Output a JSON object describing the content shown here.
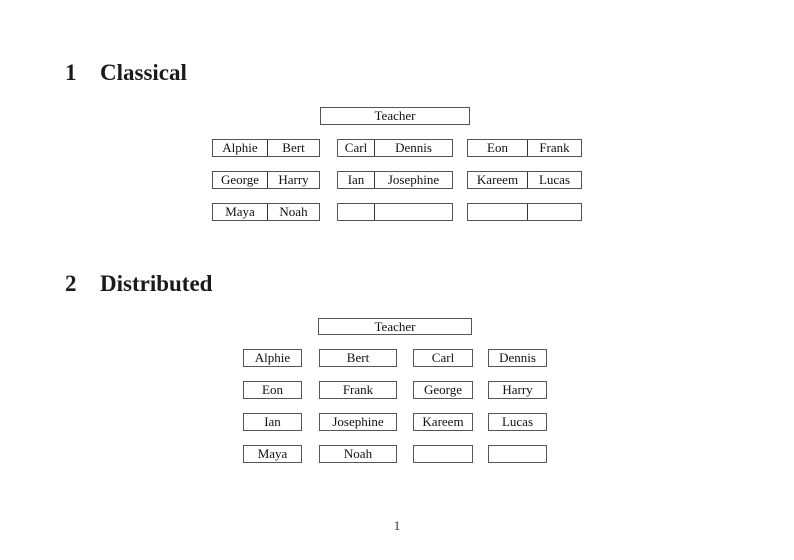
{
  "page_number": "1",
  "sections": {
    "classical": {
      "number": "1",
      "title": "Classical",
      "teacher": "Teacher",
      "rows": [
        [
          [
            "Alphie",
            "Bert"
          ],
          [
            "Carl",
            "Dennis"
          ],
          [
            "Eon",
            "Frank"
          ]
        ],
        [
          [
            "George",
            "Harry"
          ],
          [
            "Ian",
            "Josephine"
          ],
          [
            "Kareem",
            "Lucas"
          ]
        ],
        [
          [
            "Maya",
            "Noah"
          ],
          [
            "",
            ""
          ],
          [
            "",
            ""
          ]
        ]
      ]
    },
    "distributed": {
      "number": "2",
      "title": "Distributed",
      "teacher": "Teacher",
      "rows": [
        [
          "Alphie",
          "Bert",
          "Carl",
          "Dennis"
        ],
        [
          "Eon",
          "Frank",
          "George",
          "Harry"
        ],
        [
          "Ian",
          "Josephine",
          "Kareem",
          "Lucas"
        ],
        [
          "Maya",
          "Noah",
          "",
          ""
        ]
      ]
    }
  }
}
